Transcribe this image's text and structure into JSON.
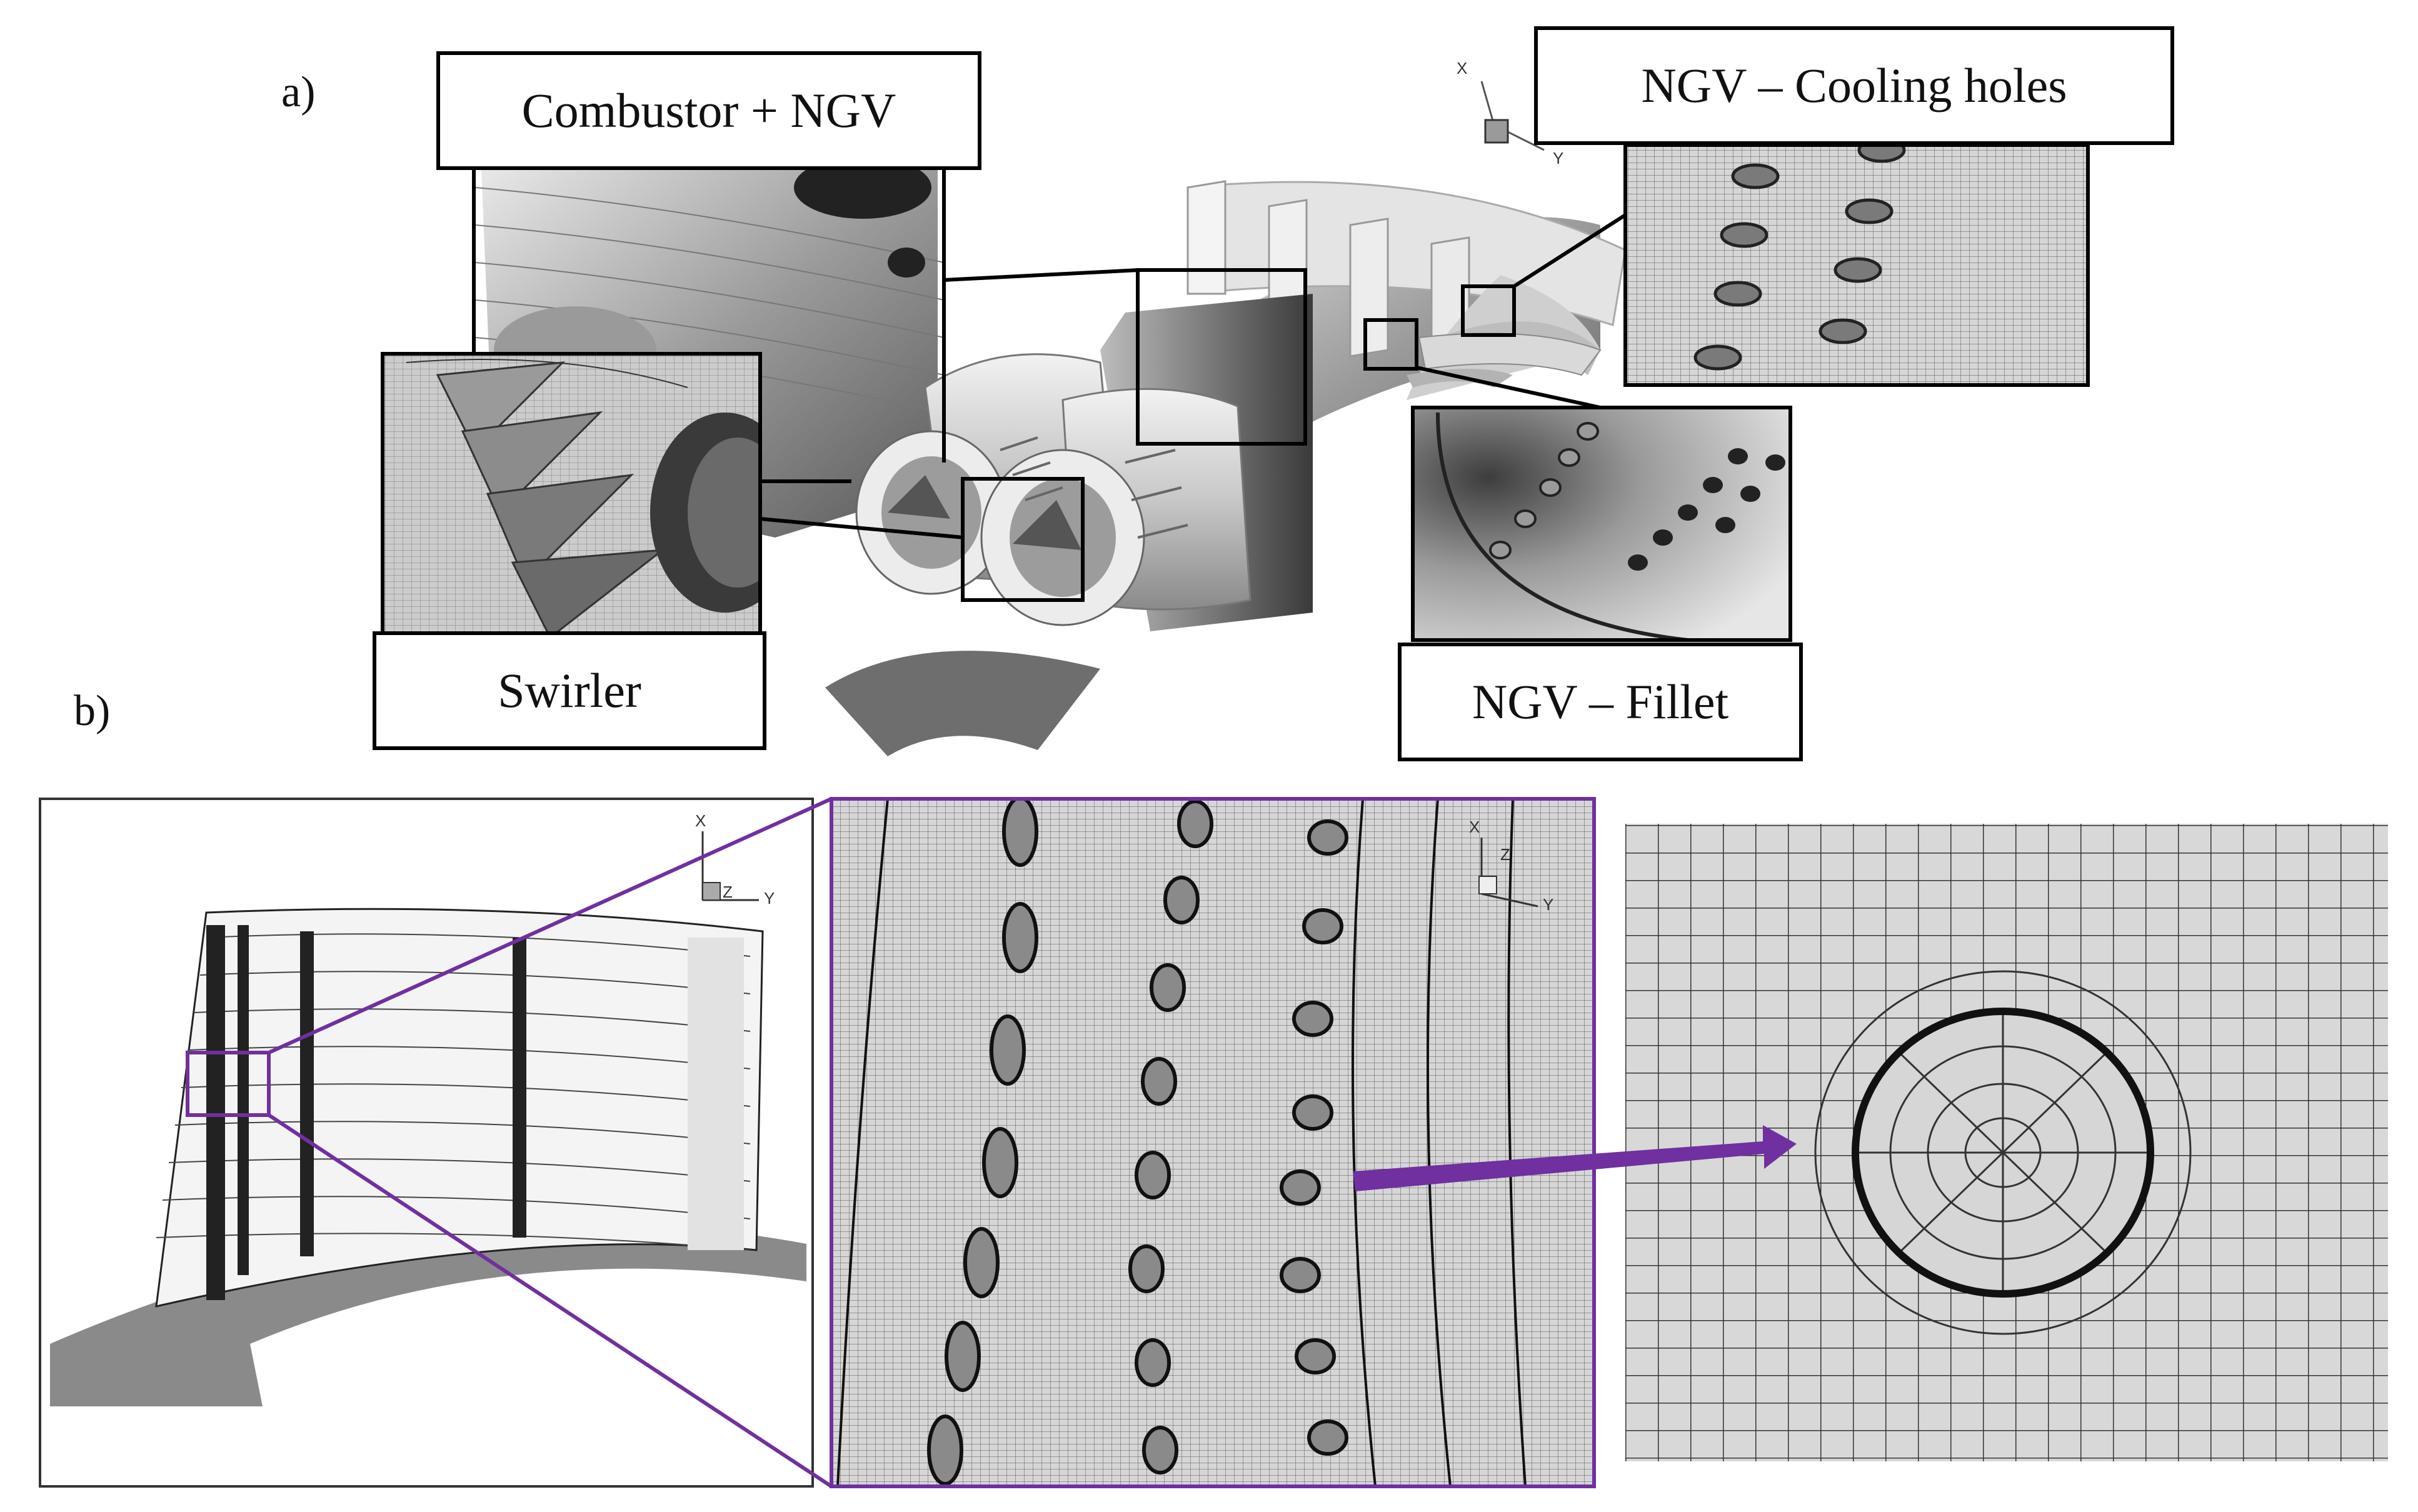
{
  "figure": {
    "panel_a_label": "a)",
    "panel_b_label": "b)"
  },
  "callouts": {
    "combustor": "Combustor + NGV",
    "cooling_holes": "NGV – Cooling holes",
    "swirler": "Swirler",
    "fillet": "NGV – Fillet"
  },
  "triad": {
    "x": "X",
    "y": "Y",
    "z": "Z"
  },
  "colors": {
    "accent": "#7030a0",
    "mesh_line": "#3a3a3a",
    "surface": "#cfcfcf"
  }
}
